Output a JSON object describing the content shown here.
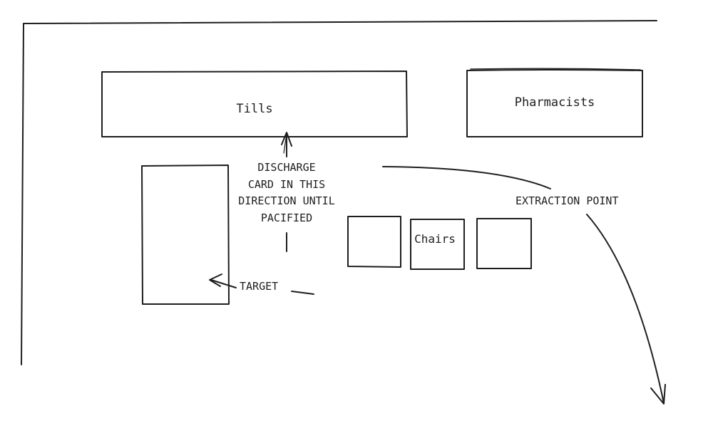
{
  "diagram": {
    "boxes": {
      "tills": "Tills",
      "pharmacists": "Pharmacists",
      "chairs": "Chairs"
    },
    "notes": {
      "discharge_lines": [
        "DISCHARGE",
        "CARD IN THIS",
        "DIRECTION UNTIL",
        "PACIFIED"
      ],
      "target": "TARGET",
      "extraction_point": "EXTRACTION POINT"
    },
    "stroke_color": "#1e1e1e",
    "background_color": "#ffffff"
  }
}
